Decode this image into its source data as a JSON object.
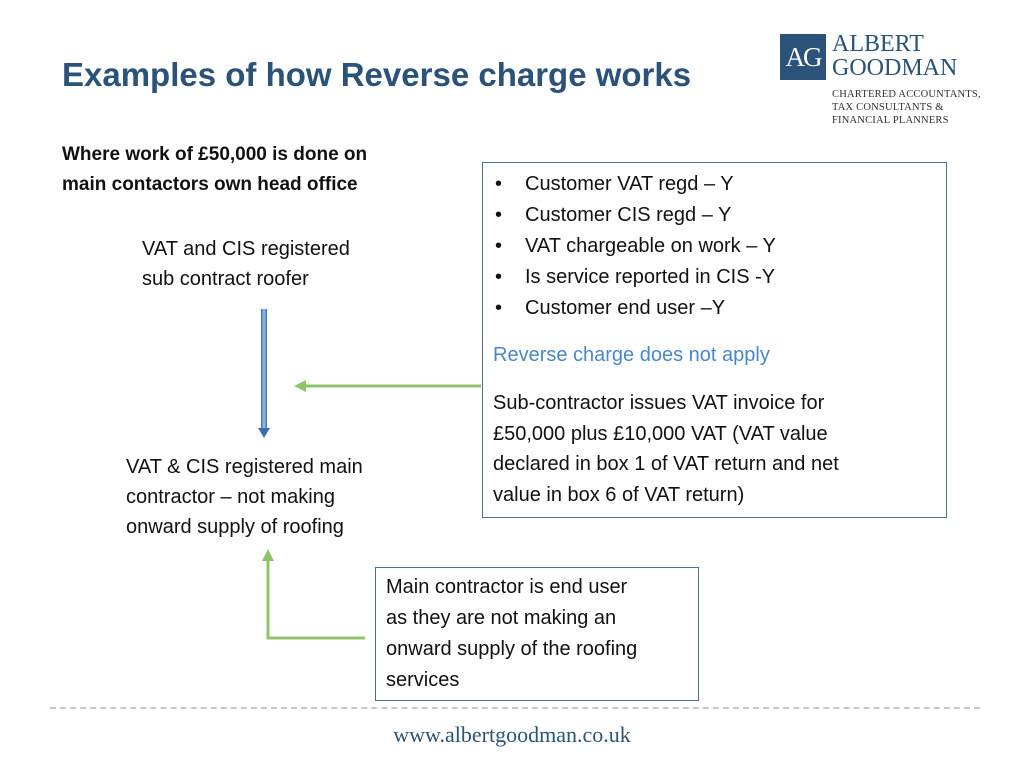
{
  "slide": {
    "title": "Examples of how Reverse charge works",
    "subheading": [
      "Where work of £50,000 is done on",
      "main contactors own head office"
    ],
    "roofer_label": [
      "VAT and CIS registered",
      "sub contract roofer"
    ],
    "main_contractor_label": [
      "VAT & CIS registered main",
      "contractor – not making",
      "onward supply of roofing"
    ],
    "criteria_box": {
      "bullets": [
        "Customer VAT regd – Y",
        "Customer CIS regd – Y",
        "VAT chargeable on work – Y",
        "Is service reported in CIS -Y",
        "Customer end user –Y"
      ],
      "highlight": "Reverse charge does not apply",
      "explanation": [
        "Sub-contractor issues VAT invoice for",
        "£50,000 plus £10,000 VAT (VAT value",
        "declared in box 1 of VAT return and net",
        "value in box 6 of VAT return)"
      ]
    },
    "end_user_box": [
      "Main contractor is end user",
      "as they are not making an",
      "onward supply of the roofing",
      "services"
    ]
  },
  "logo": {
    "monogram": "AG",
    "name": [
      "ALBERT",
      "GOODMAN"
    ],
    "tagline": [
      "CHARTERED ACCOUNTANTS,",
      "TAX CONSULTANTS &",
      "FINANCIAL PLANNERS"
    ]
  },
  "footer": {
    "url": "www.albertgoodman.co.uk"
  },
  "colors": {
    "brand": "#2b5278",
    "highlight": "#4a86c8",
    "arrow_green": "#8dc46a",
    "arrow_blue": "#4a7fc0"
  }
}
